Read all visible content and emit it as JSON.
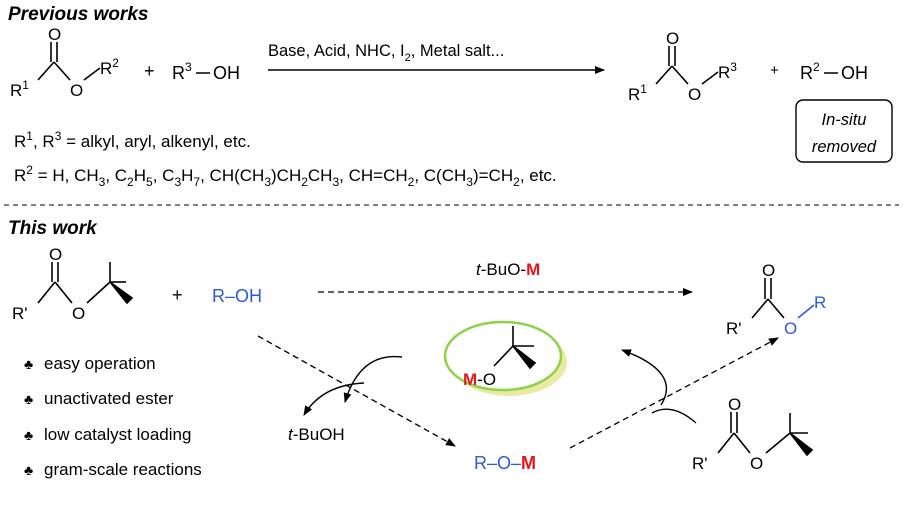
{
  "previous": {
    "heading": "Previous works",
    "plus1": "+",
    "alcohol_r": "R",
    "alcohol_r_sup": "3",
    "alcohol_oh": "OH",
    "conditions_pre": "Base, Acid, NHC, I",
    "conditions_sub": "2",
    "conditions_post": ", Metal salt...",
    "plus2": "+",
    "byproduct_r": "R",
    "byproduct_r_sup": "2",
    "byproduct_oh": "OH",
    "box_line1": "In-situ",
    "box_line2": "removed",
    "ester_left": {
      "r1": "R",
      "r1_sup": "1",
      "o": "O",
      "r2": "R",
      "r2_sup": "2",
      "co": "O"
    },
    "ester_right": {
      "r1": "R",
      "r1_sup": "1",
      "o": "O",
      "r3": "R",
      "r3_sup": "3",
      "co": "O"
    },
    "note1": {
      "a": "R",
      "a_sup": "1",
      "b": ", R",
      "b_sup": "3",
      "c": " = alkyl, aryl, alkenyl, etc."
    },
    "note2": {
      "parts": [
        {
          "t": "R"
        },
        {
          "t": "2",
          "s": "sup"
        },
        {
          "t": " = H, CH"
        },
        {
          "t": "3",
          "s": "sub"
        },
        {
          "t": ", C"
        },
        {
          "t": "2",
          "s": "sub"
        },
        {
          "t": "H"
        },
        {
          "t": "5",
          "s": "sub"
        },
        {
          "t": ", C"
        },
        {
          "t": "3",
          "s": "sub"
        },
        {
          "t": "H"
        },
        {
          "t": "7",
          "s": "sub"
        },
        {
          "t": ", CH(CH"
        },
        {
          "t": "3",
          "s": "sub"
        },
        {
          "t": ")CH"
        },
        {
          "t": "2",
          "s": "sub"
        },
        {
          "t": "CH"
        },
        {
          "t": "3",
          "s": "sub"
        },
        {
          "t": ", CH=CH"
        },
        {
          "t": "2",
          "s": "sub"
        },
        {
          "t": ", C(CH"
        },
        {
          "t": "3",
          "s": "sub"
        },
        {
          "t": ")=CH"
        },
        {
          "t": "2",
          "s": "sub"
        },
        {
          "t": ", etc."
        }
      ]
    }
  },
  "this_work": {
    "heading": "This work",
    "plus": "+",
    "reactant_ester": {
      "r": "R'",
      "o": "O",
      "co": "O"
    },
    "alcohol": "R–OH",
    "reagent_prefix": "t",
    "reagent_mid": "-BuO-",
    "reagent_metal": "M",
    "product": {
      "r_prime": "R'",
      "o": "O",
      "r": "R",
      "co": "O"
    },
    "catalyst": {
      "metal": "M",
      "o": "-O"
    },
    "byproduct_prefix": "t",
    "byproduct_rest": "-BuOH",
    "alkoxide": {
      "r": "R–O–",
      "metal": "M"
    },
    "cycle_ester": {
      "r": "R'",
      "o": "O",
      "co": "O"
    },
    "bullet_symbol": "♣",
    "features": [
      "easy operation",
      "unactivated ester",
      "low catalyst loading",
      "gram-scale reactions"
    ]
  },
  "colors": {
    "blue": "#2b5bd7",
    "red": "#e8141c",
    "green": "#8ed24a",
    "green_shadow": "#e8e89a",
    "text": "#000000"
  }
}
